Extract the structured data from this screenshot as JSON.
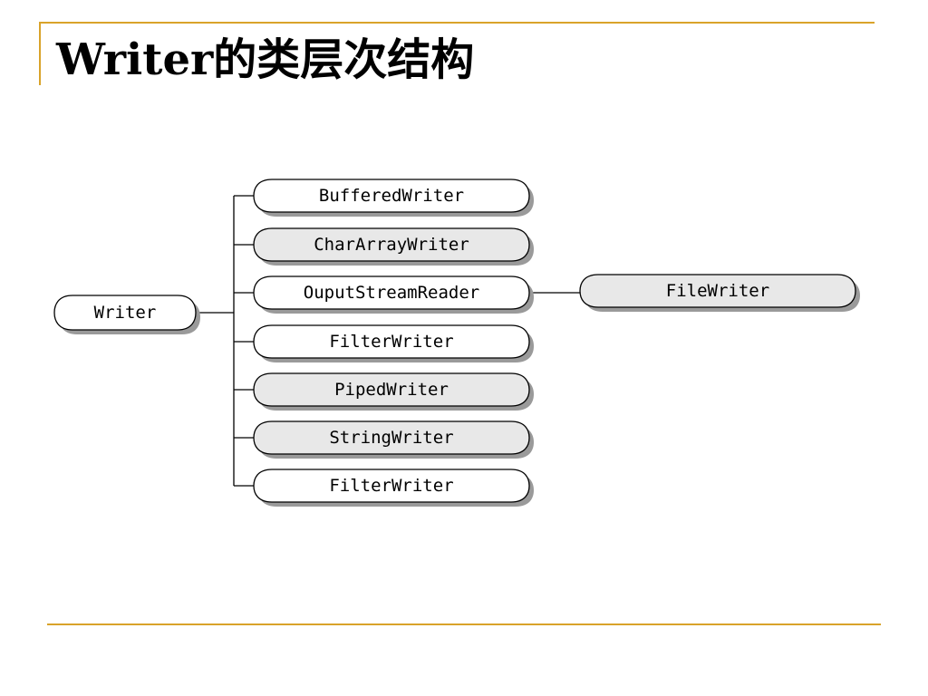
{
  "slide": {
    "title": "Writer的类层次结构"
  },
  "colors": {
    "accent": "#d9a32a",
    "node_white": "#ffffff",
    "node_gray": "#e8e8e8",
    "shadow": "#9a9a9a"
  },
  "diagram": {
    "root": {
      "label": "Writer",
      "fill": "white"
    },
    "children": [
      {
        "label": "BufferedWriter",
        "fill": "white"
      },
      {
        "label": "CharArrayWriter",
        "fill": "gray"
      },
      {
        "label": "OuputStreamReader",
        "fill": "white"
      },
      {
        "label": "FilterWriter",
        "fill": "white"
      },
      {
        "label": "PipedWriter",
        "fill": "gray"
      },
      {
        "label": "StringWriter",
        "fill": "gray"
      },
      {
        "label": "FilterWriter",
        "fill": "white"
      }
    ],
    "grandchild": {
      "label": "FileWriter",
      "fill": "gray",
      "parent_index": 2
    }
  }
}
